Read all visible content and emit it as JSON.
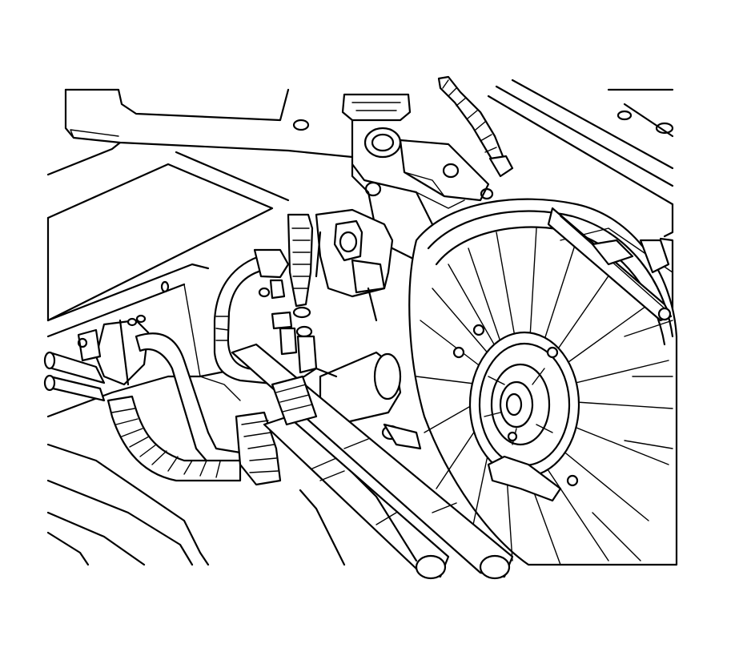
{
  "diagram": {
    "style": "black line-art technical illustration",
    "colors": {
      "line": "#000000",
      "background": "#ffffff"
    },
    "components": [
      "engine-compartment-body",
      "cooling-fan-assembly",
      "ac-refrigerant-hoses",
      "accumulator-canister",
      "wiring-harness",
      "mounting-bracket",
      "hose-fittings"
    ]
  }
}
